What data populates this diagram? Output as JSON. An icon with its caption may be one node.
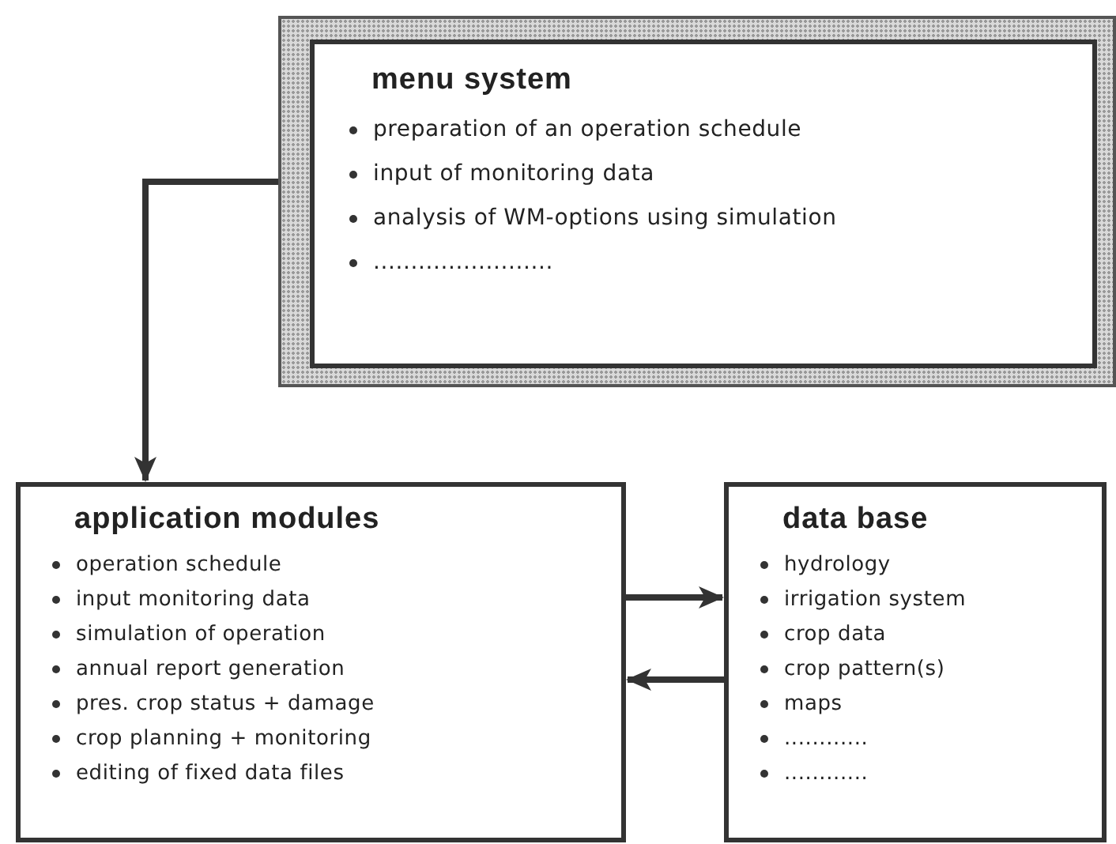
{
  "diagram": {
    "nodes": [
      {
        "text": [
          "menu system",
          "preparation of an operation schedule",
          "input of monitoring data",
          "analysis of WM-options using simulation",
          "........................"
        ]
      },
      {
        "text": [
          "application modules",
          "operation schedule",
          "input monitoring data",
          "simulation of operation",
          "annual report generation",
          "pres. crop status + damage",
          "crop planning + monitoring",
          "editing of fixed data files"
        ]
      },
      {
        "text": [
          "data base",
          "hydrology",
          "irrigation system",
          "crop data",
          "crop pattern(s)",
          "maps",
          "............",
          "............"
        ]
      }
    ],
    "edges": [
      {
        "from": 0,
        "to": 1,
        "arrow": "to"
      },
      {
        "from": 1,
        "to": 2,
        "arrow": "to"
      },
      {
        "from": 2,
        "to": 1,
        "arrow": "to"
      }
    ]
  }
}
